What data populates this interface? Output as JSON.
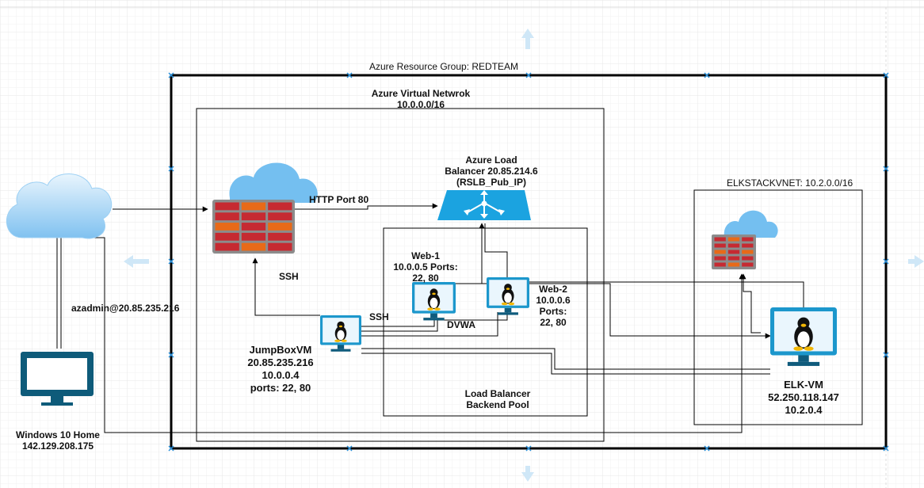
{
  "resource_group": {
    "title": "Azure Resource Group: REDTEAM"
  },
  "vnet": {
    "title_line1": "Azure Virtual Netwrok",
    "title_line2": "10.0.0.0/16"
  },
  "elk_vnet": {
    "title": "ELKSTACKVNET: 10.2.0.0/16"
  },
  "load_balancer": {
    "line1": "Azure Load",
    "line2": "Balancer 20.85.214.6",
    "line3": "(RSLB_Pub_IP)"
  },
  "backend_pool": {
    "line1": "Load Balancer",
    "line2": "Backend Pool"
  },
  "edges": {
    "http": "HTTP Port 80",
    "ssh_firewall": "SSH",
    "ssh_jumpbox": "SSH",
    "dvwa": "DVWA",
    "admin_login": "azadmin@20.85.235.216"
  },
  "web1": {
    "line1": "Web-1",
    "line2": "10.0.0.5 Ports:",
    "line3": "22, 80"
  },
  "web2": {
    "line1": "Web-2",
    "line2": "10.0.0.6",
    "line3": "Ports:",
    "line4": "22, 80"
  },
  "jumpbox": {
    "line1": "JumpBoxVM",
    "line2": "20.85.235.216",
    "line3": "10.0.0.4",
    "line4": "ports: 22, 80"
  },
  "elk_vm": {
    "line1": "ELK-VM",
    "line2": "52.250.118.147",
    "line3": "10.2.0.4"
  },
  "windows_host": {
    "line1": "Windows 10 Home",
    "line2": "142.129.208.175"
  },
  "colors": {
    "cloud_fill": "#78bdef",
    "cloud_light": "#e6f3fc",
    "firewall_brick": "#c62a31",
    "firewall_accent": "#e86a18",
    "firewall_back": "#8c8c8c",
    "lb_fill": "#1ba3e0",
    "vm_frame": "#1c97cc",
    "vm_dark": "#0f5b7c",
    "guide_arrow": "#cde7f7"
  }
}
